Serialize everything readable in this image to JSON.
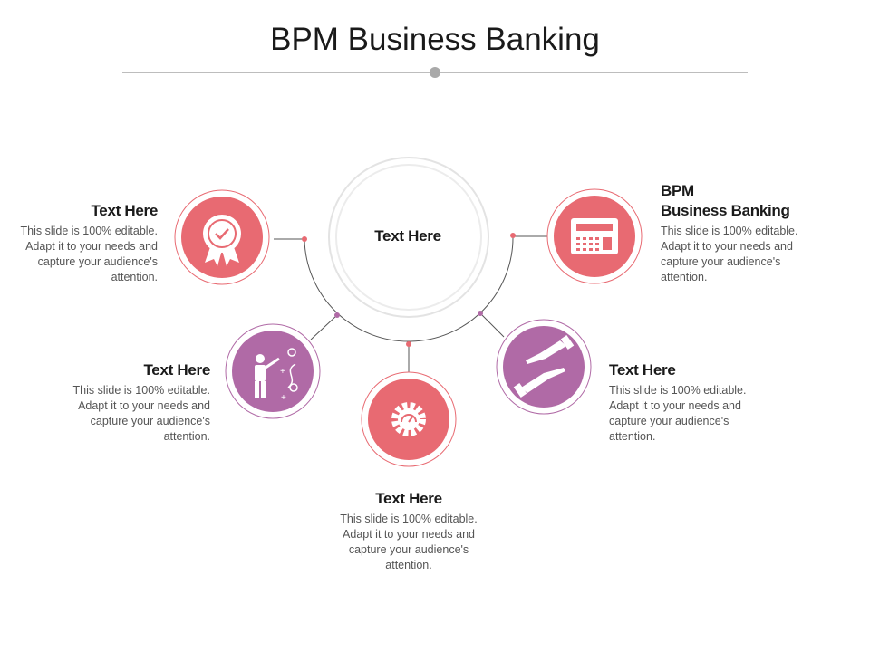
{
  "title": "BPM Business Banking",
  "center_label": "Text Here",
  "colors": {
    "coral": "#e86a72",
    "purple": "#b06aa6",
    "ring": "#e0e0e0",
    "line": "#555555"
  },
  "items": [
    {
      "heading": "Text Here",
      "body": "This slide is 100% editable. Adapt it to your needs and capture your audience's attention.",
      "icon": "award-badge-icon"
    },
    {
      "heading": "Text Here",
      "body": "This slide is 100% editable. Adapt it to your needs and capture your audience's attention.",
      "icon": "businessman-strategy-icon"
    },
    {
      "heading": "Text Here",
      "body": "This slide is 100% editable. Adapt it to your needs and capture your audience's attention.",
      "icon": "gear-gauge-icon"
    },
    {
      "heading": "Text Here",
      "body": "This slide is 100% editable. Adapt it to your needs and capture your audience's attention.",
      "icon": "handshake-icon"
    },
    {
      "heading_line1": "BPM",
      "heading_line2": "Business Banking",
      "body": "This slide is 100% editable. Adapt it to your needs and capture your audience's attention.",
      "icon": "calculator-icon"
    }
  ]
}
